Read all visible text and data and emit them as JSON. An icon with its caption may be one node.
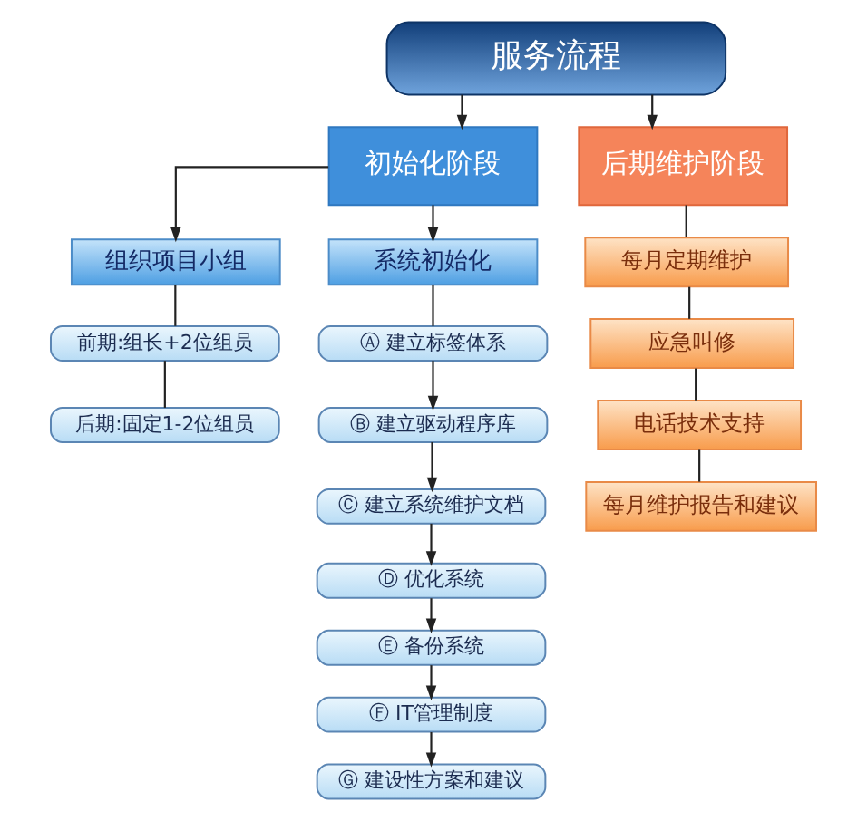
{
  "diagram": {
    "nodes": [
      {
        "text": [
          "服务流程"
        ]
      },
      {
        "text": [
          "初始化阶段"
        ]
      },
      {
        "text": [
          "后期维护阶段"
        ]
      },
      {
        "text": [
          "组织项目小组"
        ]
      },
      {
        "text": [
          "系统初始化"
        ]
      },
      {
        "text": [
          "前期:组长+2位组员"
        ]
      },
      {
        "text": [
          "后期:固定1-2位组员"
        ]
      },
      {
        "text": [
          "Ⓐ 建立标签体系"
        ]
      },
      {
        "text": [
          "Ⓑ 建立驱动程序库"
        ]
      },
      {
        "text": [
          "Ⓒ 建立系统维护文档"
        ]
      },
      {
        "text": [
          "Ⓓ 优化系统"
        ]
      },
      {
        "text": [
          "Ⓔ 备份系统"
        ]
      },
      {
        "text": [
          "Ⓕ IT管理制度"
        ]
      },
      {
        "text": [
          "Ⓖ 建设性方案和建议"
        ]
      },
      {
        "text": [
          "每月定期维护"
        ]
      },
      {
        "text": [
          "应急叫修"
        ]
      },
      {
        "text": [
          "电话技术支持"
        ]
      },
      {
        "text": [
          "每月维护报告和建议"
        ]
      }
    ],
    "edges": [
      {
        "from": 0,
        "to": 1,
        "arrow": "to"
      },
      {
        "from": 0,
        "to": 2,
        "arrow": "to"
      },
      {
        "from": 1,
        "to": 3,
        "arrow": "to"
      },
      {
        "from": 1,
        "to": 4,
        "arrow": "to"
      },
      {
        "from": 3,
        "to": 5,
        "arrow": "none"
      },
      {
        "from": 5,
        "to": 6,
        "arrow": "none"
      },
      {
        "from": 4,
        "to": 7,
        "arrow": "none"
      },
      {
        "from": 7,
        "to": 8,
        "arrow": "to"
      },
      {
        "from": 8,
        "to": 9,
        "arrow": "to"
      },
      {
        "from": 9,
        "to": 10,
        "arrow": "to"
      },
      {
        "from": 10,
        "to": 11,
        "arrow": "to"
      },
      {
        "from": 11,
        "to": 12,
        "arrow": "to"
      },
      {
        "from": 12,
        "to": 13,
        "arrow": "to"
      },
      {
        "from": 2,
        "to": 14,
        "arrow": "none"
      },
      {
        "from": 14,
        "to": 15,
        "arrow": "none"
      },
      {
        "from": 15,
        "to": 16,
        "arrow": "none"
      },
      {
        "from": 16,
        "to": 17,
        "arrow": "none"
      }
    ]
  }
}
